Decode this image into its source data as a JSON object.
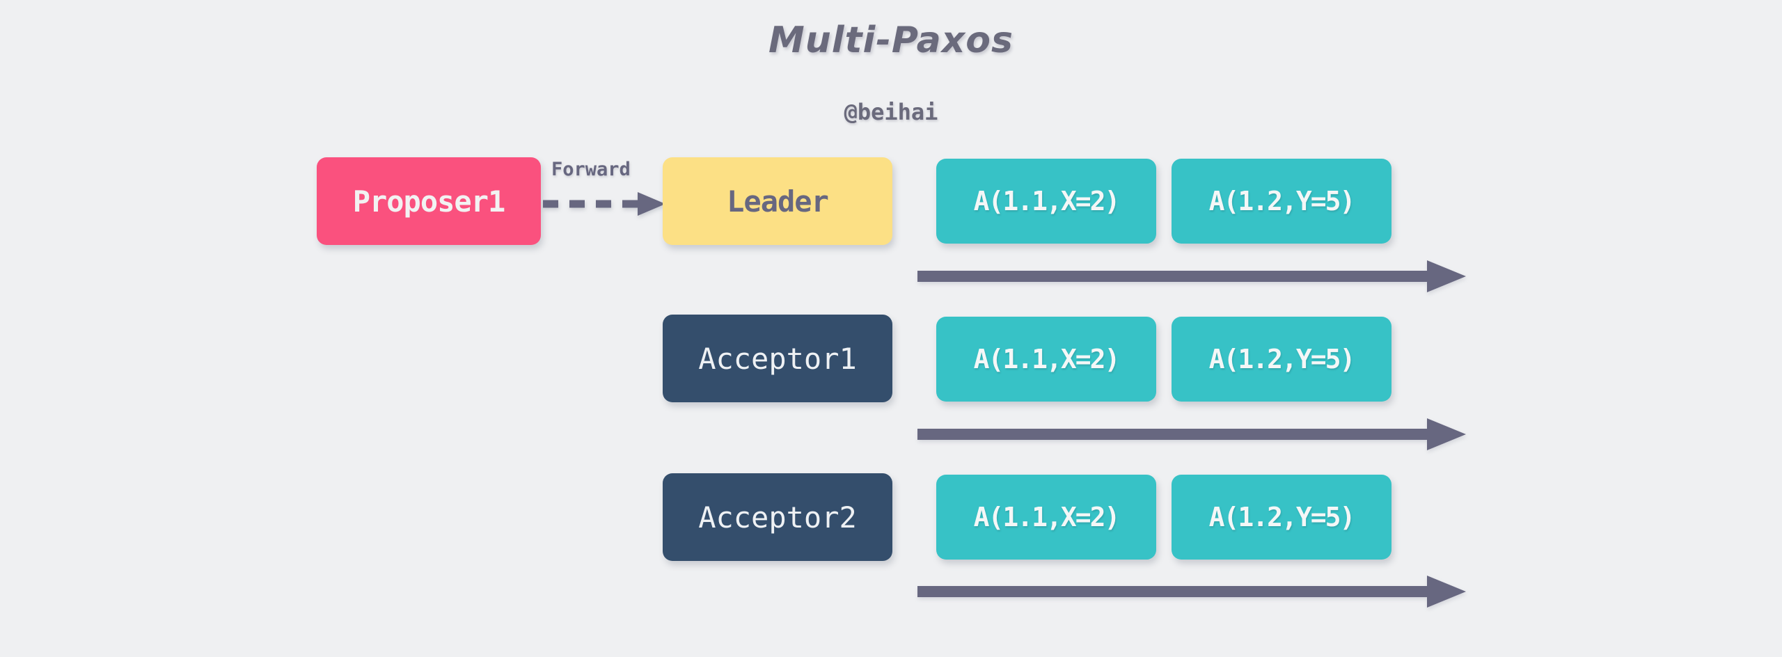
{
  "diagram": {
    "title": "Multi-Paxos",
    "subtitle": "@beihai",
    "background_color": "#eff0f2",
    "colors": {
      "proposer": "#fa517e",
      "leader": "#fce085",
      "acceptor": "#344e6c",
      "log_entry": "#37c2c6",
      "arrow": "#676780",
      "title_text": "#6a6a7c"
    },
    "edges": [
      {
        "label": "Forward",
        "from": "Proposer1",
        "to": "Leader",
        "style": "dashed",
        "direction": "right"
      }
    ],
    "rows": [
      {
        "node": {
          "name": "Proposer1",
          "label": "Proposer1",
          "role": "proposer"
        },
        "leader": {
          "name": "Leader",
          "label": "Leader",
          "role": "leader"
        },
        "entries": [
          {
            "label": "A(1.1,X=2)"
          },
          {
            "label": "A(1.2,Y=5)"
          }
        ],
        "timeline": {
          "label": "log-timeline-leader"
        }
      },
      {
        "node": {
          "name": "Acceptor1",
          "label": "Acceptor1",
          "role": "acceptor"
        },
        "entries": [
          {
            "label": "A(1.1,X=2)"
          },
          {
            "label": "A(1.2,Y=5)"
          }
        ],
        "timeline": {
          "label": "log-timeline-acceptor1"
        }
      },
      {
        "node": {
          "name": "Acceptor2",
          "label": "Acceptor2",
          "role": "acceptor"
        },
        "entries": [
          {
            "label": "A(1.1,X=2)"
          },
          {
            "label": "A(1.2,Y=5)"
          }
        ],
        "timeline": {
          "label": "log-timeline-acceptor2"
        }
      }
    ]
  }
}
